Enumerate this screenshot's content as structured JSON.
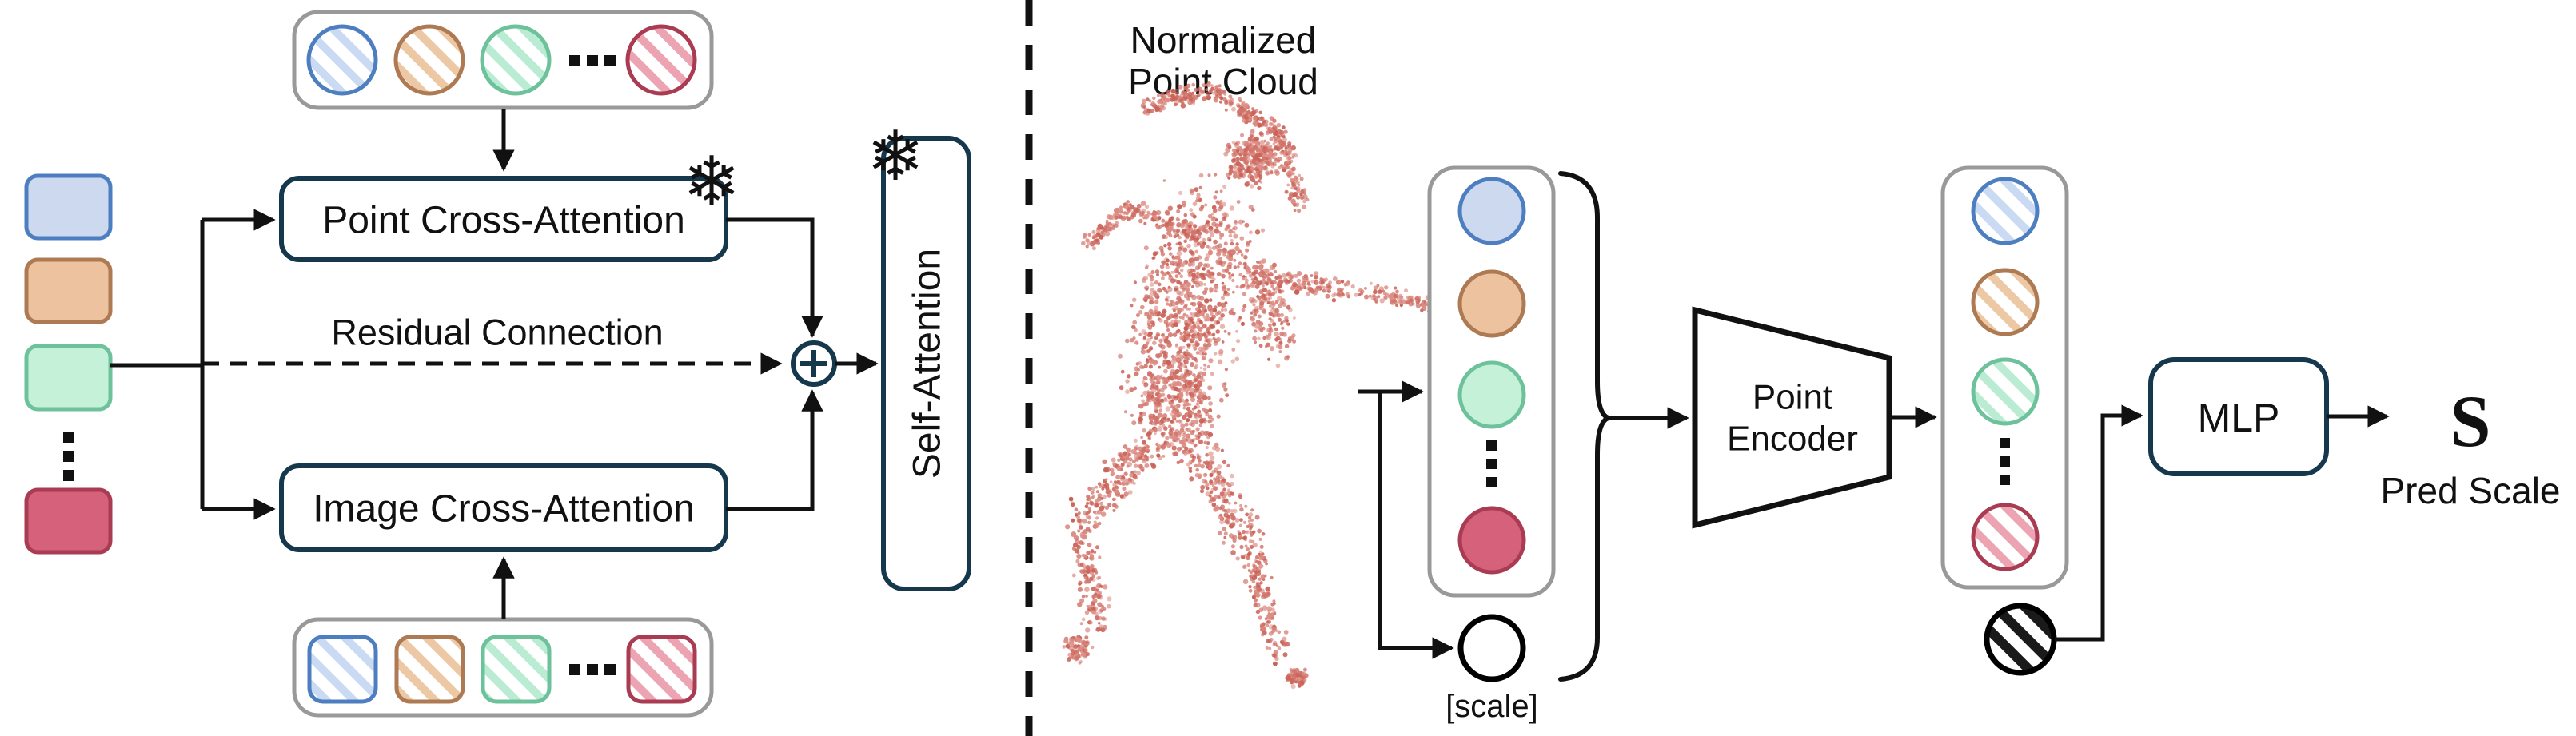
{
  "left": {
    "point_cross_attention_label": "Point Cross-Attention",
    "image_cross_attention_label": "Image Cross-Attention",
    "self_attention_label": "Self-Attention",
    "residual_label": "Residual Connection",
    "ellipsis": "...",
    "frozen_icon_glyph": "❄"
  },
  "right": {
    "point_cloud_label_line1": "Normalized",
    "point_cloud_label_line2": "Point Cloud",
    "scale_token_label": "[scale]",
    "point_encoder_label_line1": "Point",
    "point_encoder_label_line2": "Encoder",
    "mlp_label": "MLP",
    "pred_scale_symbol": "S",
    "pred_scale_label": "Pred Scale"
  },
  "colors": {
    "box_border": "#16384d",
    "container_border": "#999999",
    "line": "#111111",
    "snowflake": "#56b2ef",
    "point_cloud_dot": "#d1736b",
    "tokens": {
      "blue": {
        "fill": "#cdd9ee",
        "stroke": "#4d7ec0",
        "hatch": "#c9daf2"
      },
      "orange": {
        "fill": "#ecc39e",
        "stroke": "#ad7a54",
        "hatch": "#ecc8a4"
      },
      "green": {
        "fill": "#c5f1d9",
        "stroke": "#6ec29b",
        "hatch": "#b9ecd2"
      },
      "red": {
        "fill": "#d6617b",
        "stroke": "#a93c52",
        "hatch": "#eda4b2"
      },
      "black": {
        "fill": "#ffffff",
        "stroke": "#000000",
        "hatch": "#1a1a1a"
      }
    }
  }
}
